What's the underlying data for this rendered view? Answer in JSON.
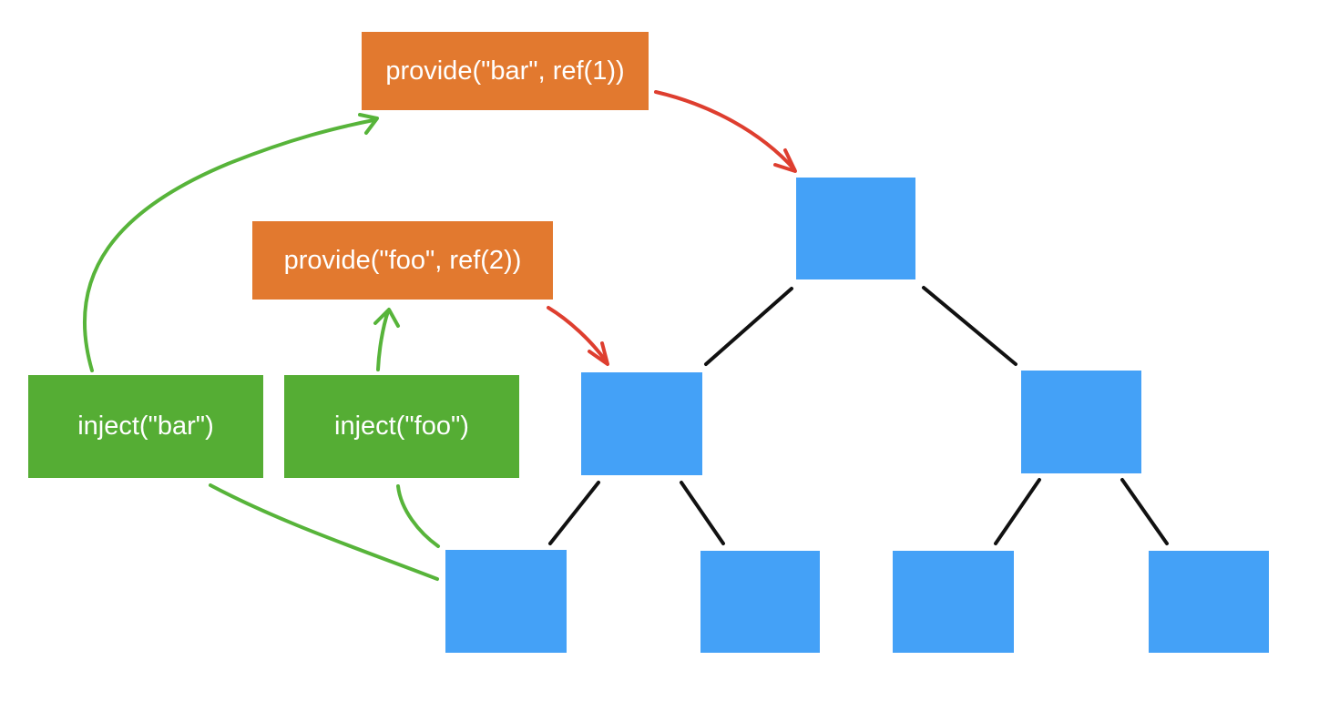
{
  "colors": {
    "provide": "#e2792f",
    "inject": "#55ad34",
    "node": "#44a1f7",
    "edge": "#111111",
    "provide_arrow": "#de3e2f",
    "inject_arrow": "#57b43a"
  },
  "provide_boxes": [
    {
      "id": "provide-bar",
      "label": "provide(\"bar\", ref(1))"
    },
    {
      "id": "provide-foo",
      "label": "provide(\"foo\", ref(2))"
    }
  ],
  "inject_boxes": [
    {
      "id": "inject-bar",
      "label": "inject(\"bar\")"
    },
    {
      "id": "inject-foo",
      "label": "inject(\"foo\")"
    }
  ],
  "tree": {
    "nodes": [
      "root",
      "left",
      "right",
      "left-left",
      "left-right",
      "right-left",
      "right-right"
    ],
    "edges": [
      [
        "root",
        "left"
      ],
      [
        "root",
        "right"
      ],
      [
        "left",
        "left-left"
      ],
      [
        "left",
        "left-right"
      ],
      [
        "right",
        "right-left"
      ],
      [
        "right",
        "right-right"
      ]
    ]
  }
}
